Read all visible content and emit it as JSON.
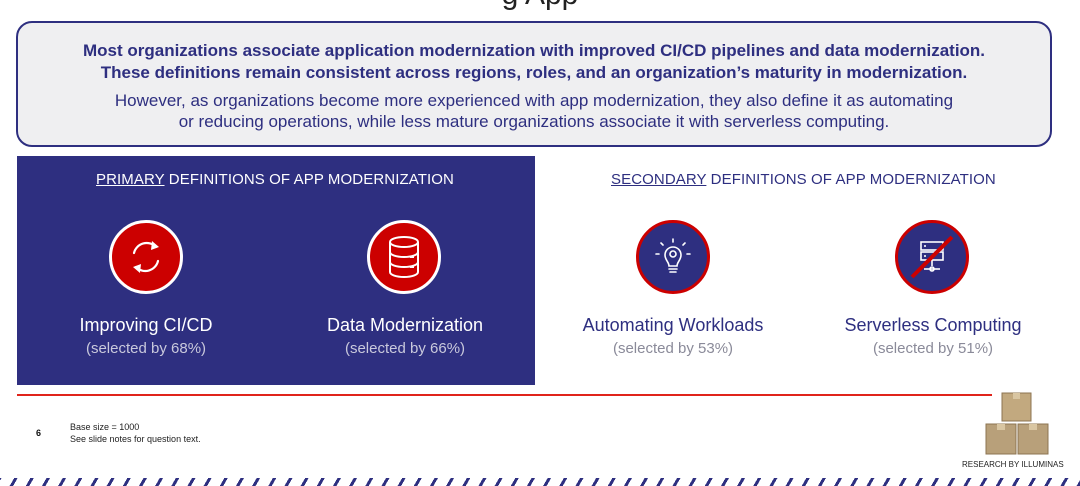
{
  "slide": {
    "title_partial": "g App",
    "callout": {
      "bold_line_1": "Most organizations associate application modernization with improved CI/CD pipelines and data modernization.",
      "bold_line_2": "These definitions remain consistent across regions, roles, and an organization’s maturity in modernization.",
      "normal_line_1": "However, as organizations become more experienced with app modernization, they also define it as automating",
      "normal_line_2": "or reducing operations, while less mature organizations associate it with serverless computing."
    },
    "primary": {
      "heading_underlined": "PRIMARY",
      "heading_rest": " DEFINITIONS OF APP MODERNIZATION",
      "items": [
        {
          "label": "Improving CI/CD",
          "sub": "(selected by 68%)",
          "icon": "refresh-cycle-icon",
          "percent": 68
        },
        {
          "label": "Data Modernization",
          "sub": "(selected by 66%)",
          "icon": "database-icon",
          "percent": 66
        }
      ]
    },
    "secondary": {
      "heading_underlined": "SECONDARY",
      "heading_rest": " DEFINITIONS OF APP MODERNIZATION",
      "items": [
        {
          "label": "Automating Workloads",
          "sub": "(selected by 53%)",
          "icon": "lightbulb-gear-icon",
          "percent": 53
        },
        {
          "label": "Serverless Computing",
          "sub": "(selected by 51%)",
          "icon": "server-crossed-icon",
          "percent": 51
        }
      ]
    },
    "footer": {
      "page_number": "6",
      "note_line_1": "Base size = 1000",
      "note_line_2": "See slide notes for question text.",
      "logo_text": "RESEARCH BY ILLUMINAS"
    },
    "colors": {
      "navy": "#2e2f80",
      "red": "#cc0000",
      "rule_red": "#e0241b",
      "callout_bg": "#efeff1",
      "box_tan": "#b8a07a"
    }
  }
}
